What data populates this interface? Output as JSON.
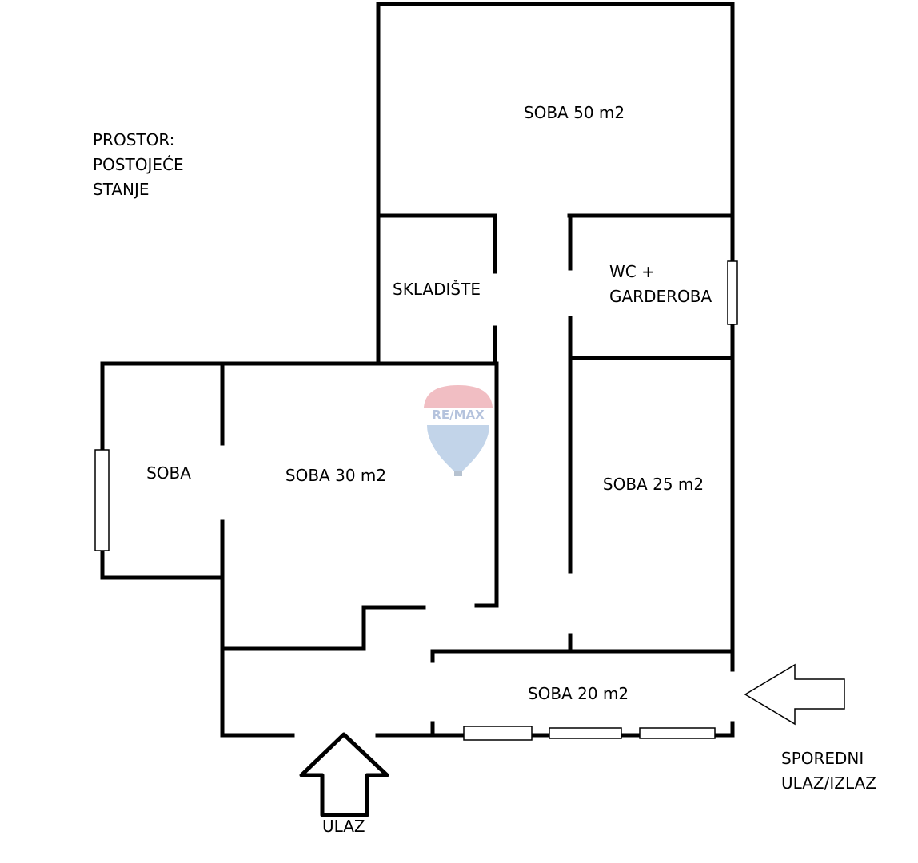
{
  "plan": {
    "title": "PROSTOR:\nPOSTOJEĆE\nSTANJE",
    "rooms": [
      {
        "id": "soba-50",
        "label": "SOBA 50 m2"
      },
      {
        "id": "skladiste",
        "label": "SKLADIŠTE"
      },
      {
        "id": "wc-garderoba",
        "label": "WC +\nGARDEROBA"
      },
      {
        "id": "soba",
        "label": "SOBA"
      },
      {
        "id": "soba-30",
        "label": "SOBA 30 m2"
      },
      {
        "id": "soba-25",
        "label": "SOBA 25 m2"
      },
      {
        "id": "soba-20",
        "label": "SOBA 20 m2"
      }
    ],
    "entrances": {
      "main": "ULAZ",
      "side": "SPOREDNI\nULAZ/IZLAZ"
    },
    "watermark": {
      "text": "RE/MAX",
      "colors": {
        "top": "#e8a3ab",
        "bottom": "#a9c3e0",
        "text": "#9fb3d6"
      }
    }
  }
}
